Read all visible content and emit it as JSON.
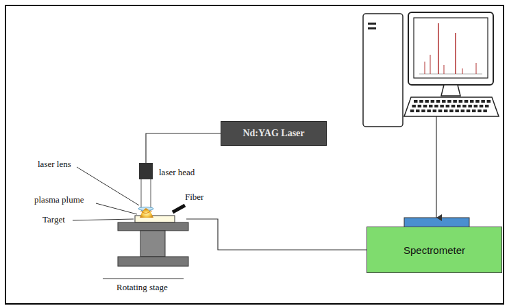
{
  "diagram": {
    "nodes": [
      {
        "text": [
          "Nd:YAG Laser"
        ]
      },
      {
        "text": [
          "Spectrometer"
        ]
      }
    ],
    "labels": [
      "laser lens",
      "laser head",
      "plasma plume",
      "Target",
      "Fiber",
      "Rotating stage"
    ]
  }
}
